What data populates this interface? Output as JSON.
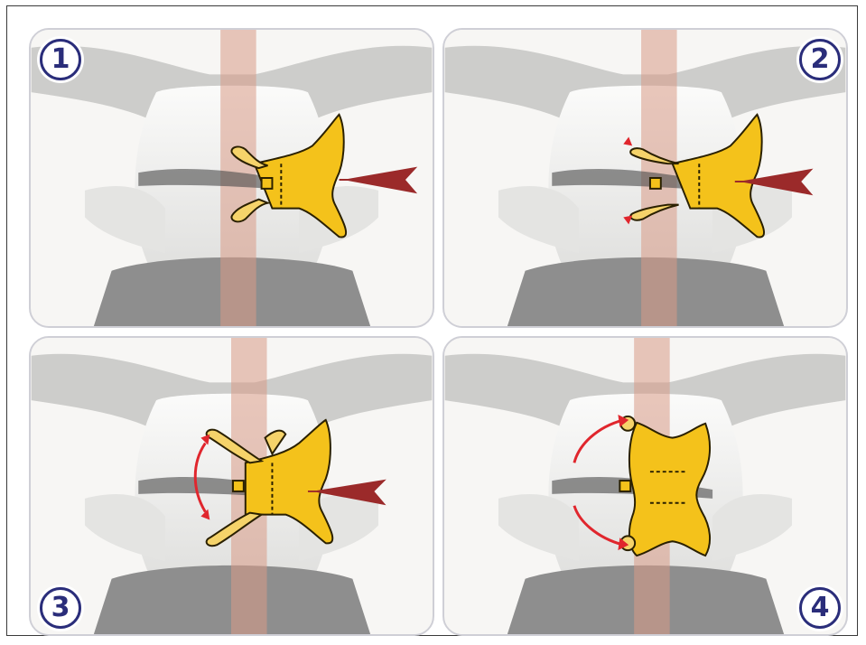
{
  "panels": [
    {
      "number": "1"
    },
    {
      "number": "2"
    },
    {
      "number": "3"
    },
    {
      "number": "4"
    }
  ],
  "colors": {
    "implant_fill": "#f4c21b",
    "implant_stroke": "#2a2000",
    "arrow": "#9b2a2a",
    "motion_arrow": "#e0262d",
    "spinal_cord": "#d99a86",
    "bone_light": "#ededeb",
    "bone_shadow": "#8e8e8e",
    "badge": "#2a2d7a"
  },
  "icons": {
    "insertion": "insertion-arrow-icon",
    "rotation": "rotation-arrow-icon",
    "step_badge": "step-number-badge"
  }
}
